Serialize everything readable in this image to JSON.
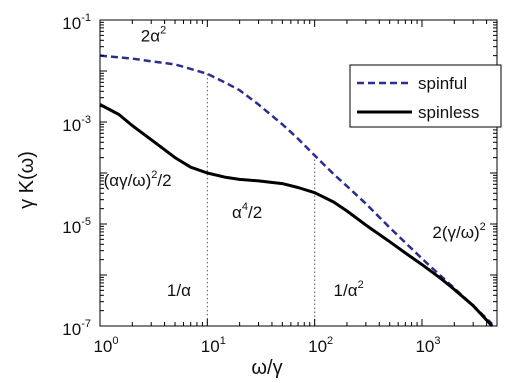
{
  "chart_data": {
    "type": "line",
    "xlabel": "ω/γ",
    "ylabel": "γ K(ω)",
    "xscale": "log",
    "yscale": "log",
    "xlim": [
      1,
      5000
    ],
    "ylim": [
      1e-07,
      0.1
    ],
    "grid": false,
    "legend": {
      "placement": "top-right"
    },
    "x_ticks": [
      {
        "value": 1,
        "base": "10",
        "exp": "0"
      },
      {
        "value": 10,
        "base": "10",
        "exp": "1"
      },
      {
        "value": 100,
        "base": "10",
        "exp": "2"
      },
      {
        "value": 1000,
        "base": "10",
        "exp": "3"
      }
    ],
    "y_ticks": [
      {
        "value": 1e-07,
        "base": "10",
        "exp": "-7"
      },
      {
        "value": 1e-05,
        "base": "10",
        "exp": "-5"
      },
      {
        "value": 0.001,
        "base": "10",
        "exp": "-3"
      },
      {
        "value": 0.1,
        "base": "10",
        "exp": "-1"
      }
    ],
    "series": [
      {
        "name": "spinful",
        "color": "#2b2e8c",
        "style": "dashed",
        "x": [
          1,
          2,
          3,
          5,
          7,
          10,
          15,
          20,
          30,
          50,
          70,
          100,
          150,
          200,
          300,
          500,
          700,
          1000,
          1500,
          2000,
          3000,
          4500
        ],
        "y": [
          0.02,
          0.0175,
          0.0155,
          0.0135,
          0.011,
          0.0088,
          0.0058,
          0.0042,
          0.0022,
          0.0009,
          0.00047,
          0.00022,
          9.5e-05,
          5.5e-05,
          2.5e-05,
          8.5e-06,
          4.3e-06,
          2.1e-06,
          9.5e-07,
          5.5e-07,
          2.5e-07,
          1.1e-07
        ]
      },
      {
        "name": "spinless",
        "color": "#000000",
        "style": "solid",
        "x": [
          1,
          1.5,
          2,
          3,
          5,
          7,
          10,
          15,
          20,
          30,
          50,
          70,
          100,
          150,
          200,
          300,
          500,
          700,
          1000,
          1500,
          2000,
          3000,
          4500
        ],
        "y": [
          0.0022,
          0.0014,
          0.00085,
          0.00045,
          0.0002,
          0.00013,
          0.0001,
          8.2e-05,
          7.5e-05,
          7e-05,
          6.2e-05,
          5.2e-05,
          4.1e-05,
          2.7e-05,
          1.8e-05,
          9.5e-06,
          4.5e-06,
          2.7e-06,
          1.6e-06,
          8.5e-07,
          5.2e-07,
          2.5e-07,
          1e-07
        ]
      }
    ],
    "vlines": [
      10,
      100
    ],
    "annotations": [
      {
        "id": "a-2alpha2",
        "base": "2α",
        "sup": "2",
        "tail": "",
        "x": 2.4,
        "y": 0.038
      },
      {
        "id": "a-agw",
        "base": "(αγ/ω)",
        "sup": "2",
        "tail": "/2",
        "x": 1.08,
        "y": 5.5e-05
      },
      {
        "id": "a-alpha4",
        "base": "α",
        "sup": "4",
        "tail": "/2",
        "x": 17,
        "y": 1.3e-05
      },
      {
        "id": "a-1alpha",
        "base": "1/α",
        "sup": "",
        "tail": "",
        "x": 4.2,
        "y": 3.9e-07
      },
      {
        "id": "a-1alpha2",
        "base": "1/α",
        "sup": "2",
        "tail": "",
        "x": 150,
        "y": 3.9e-07
      },
      {
        "id": "a-2gw",
        "base": "2(γ/ω)",
        "sup": "2",
        "tail": "",
        "x": 1250,
        "y": 5.3e-06
      }
    ]
  }
}
